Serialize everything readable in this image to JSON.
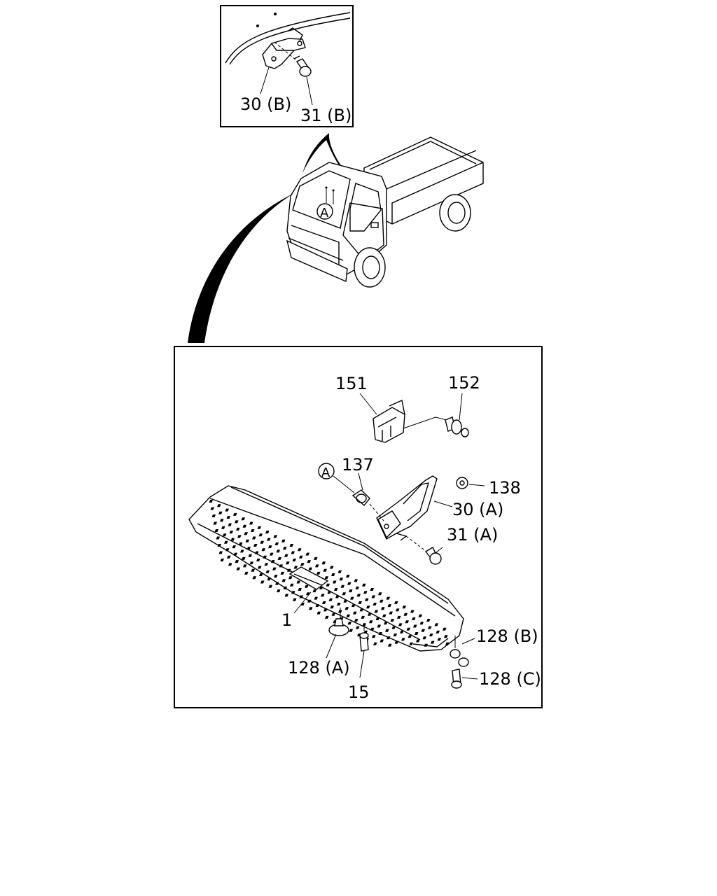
{
  "detail_b": {
    "labels": {
      "bracket": "30 (B)",
      "bolt": "31 (B)"
    }
  },
  "truck": {
    "reference_marker": "A"
  },
  "detail_a": {
    "reference_marker": "A",
    "labels": {
      "trim_panel": "1",
      "clip": "15",
      "bracket_a": "30 (A)",
      "bolt_a": "31 (A)",
      "grommet_a": "128 (A)",
      "washer_b": "128 (B)",
      "screw_c": "128 (C)",
      "connector": "137",
      "nut": "138",
      "holder": "151",
      "fastener": "152"
    }
  }
}
